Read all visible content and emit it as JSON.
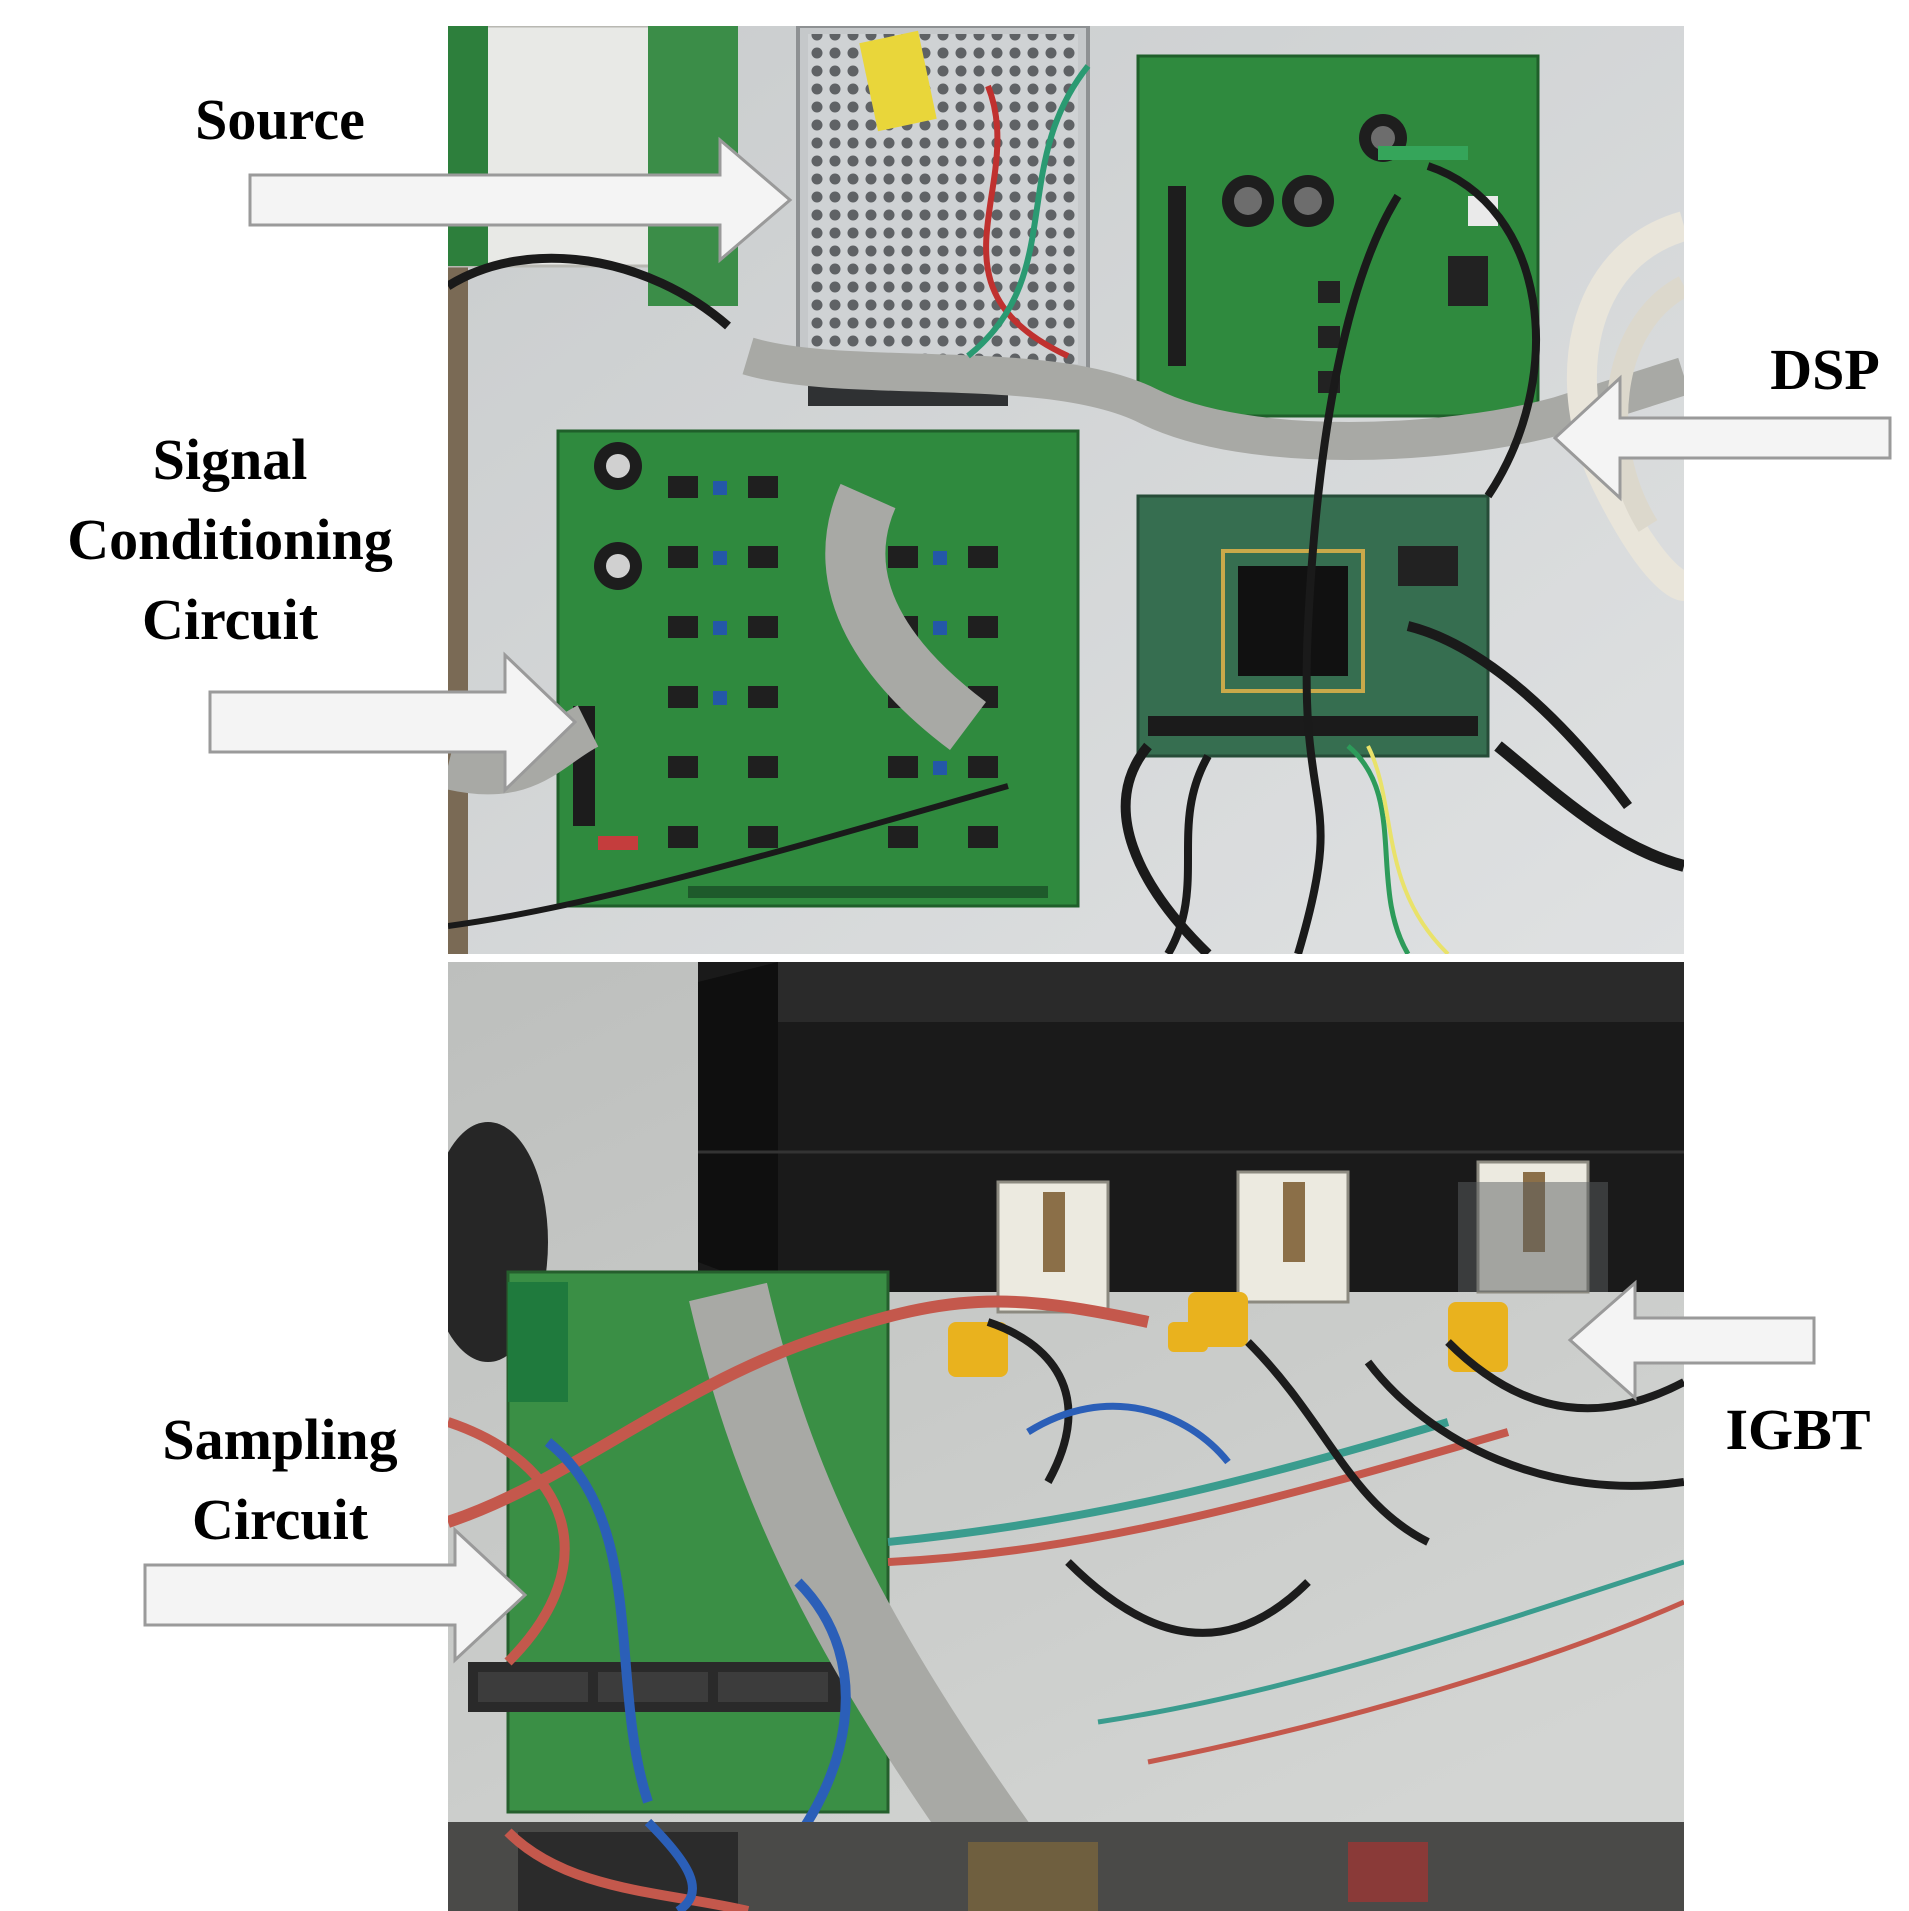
{
  "figure": {
    "labels": {
      "source": "Source",
      "dsp": "DSP",
      "signal_line1": "Signal",
      "signal_line2": "Conditioning",
      "signal_line3": "Circuit",
      "sampling_line1": "Sampling",
      "sampling_line2": "Circuit",
      "igbt": "IGBT"
    },
    "colors": {
      "arrow_fill": "#f4f4f4",
      "arrow_stroke": "#9a9a9a",
      "label_text": "#000000",
      "background": "#ffffff",
      "pcb_green": "#2f8a3e",
      "heatsink_black": "#1a1a1a",
      "table_grey": "#d9dcdc"
    }
  }
}
